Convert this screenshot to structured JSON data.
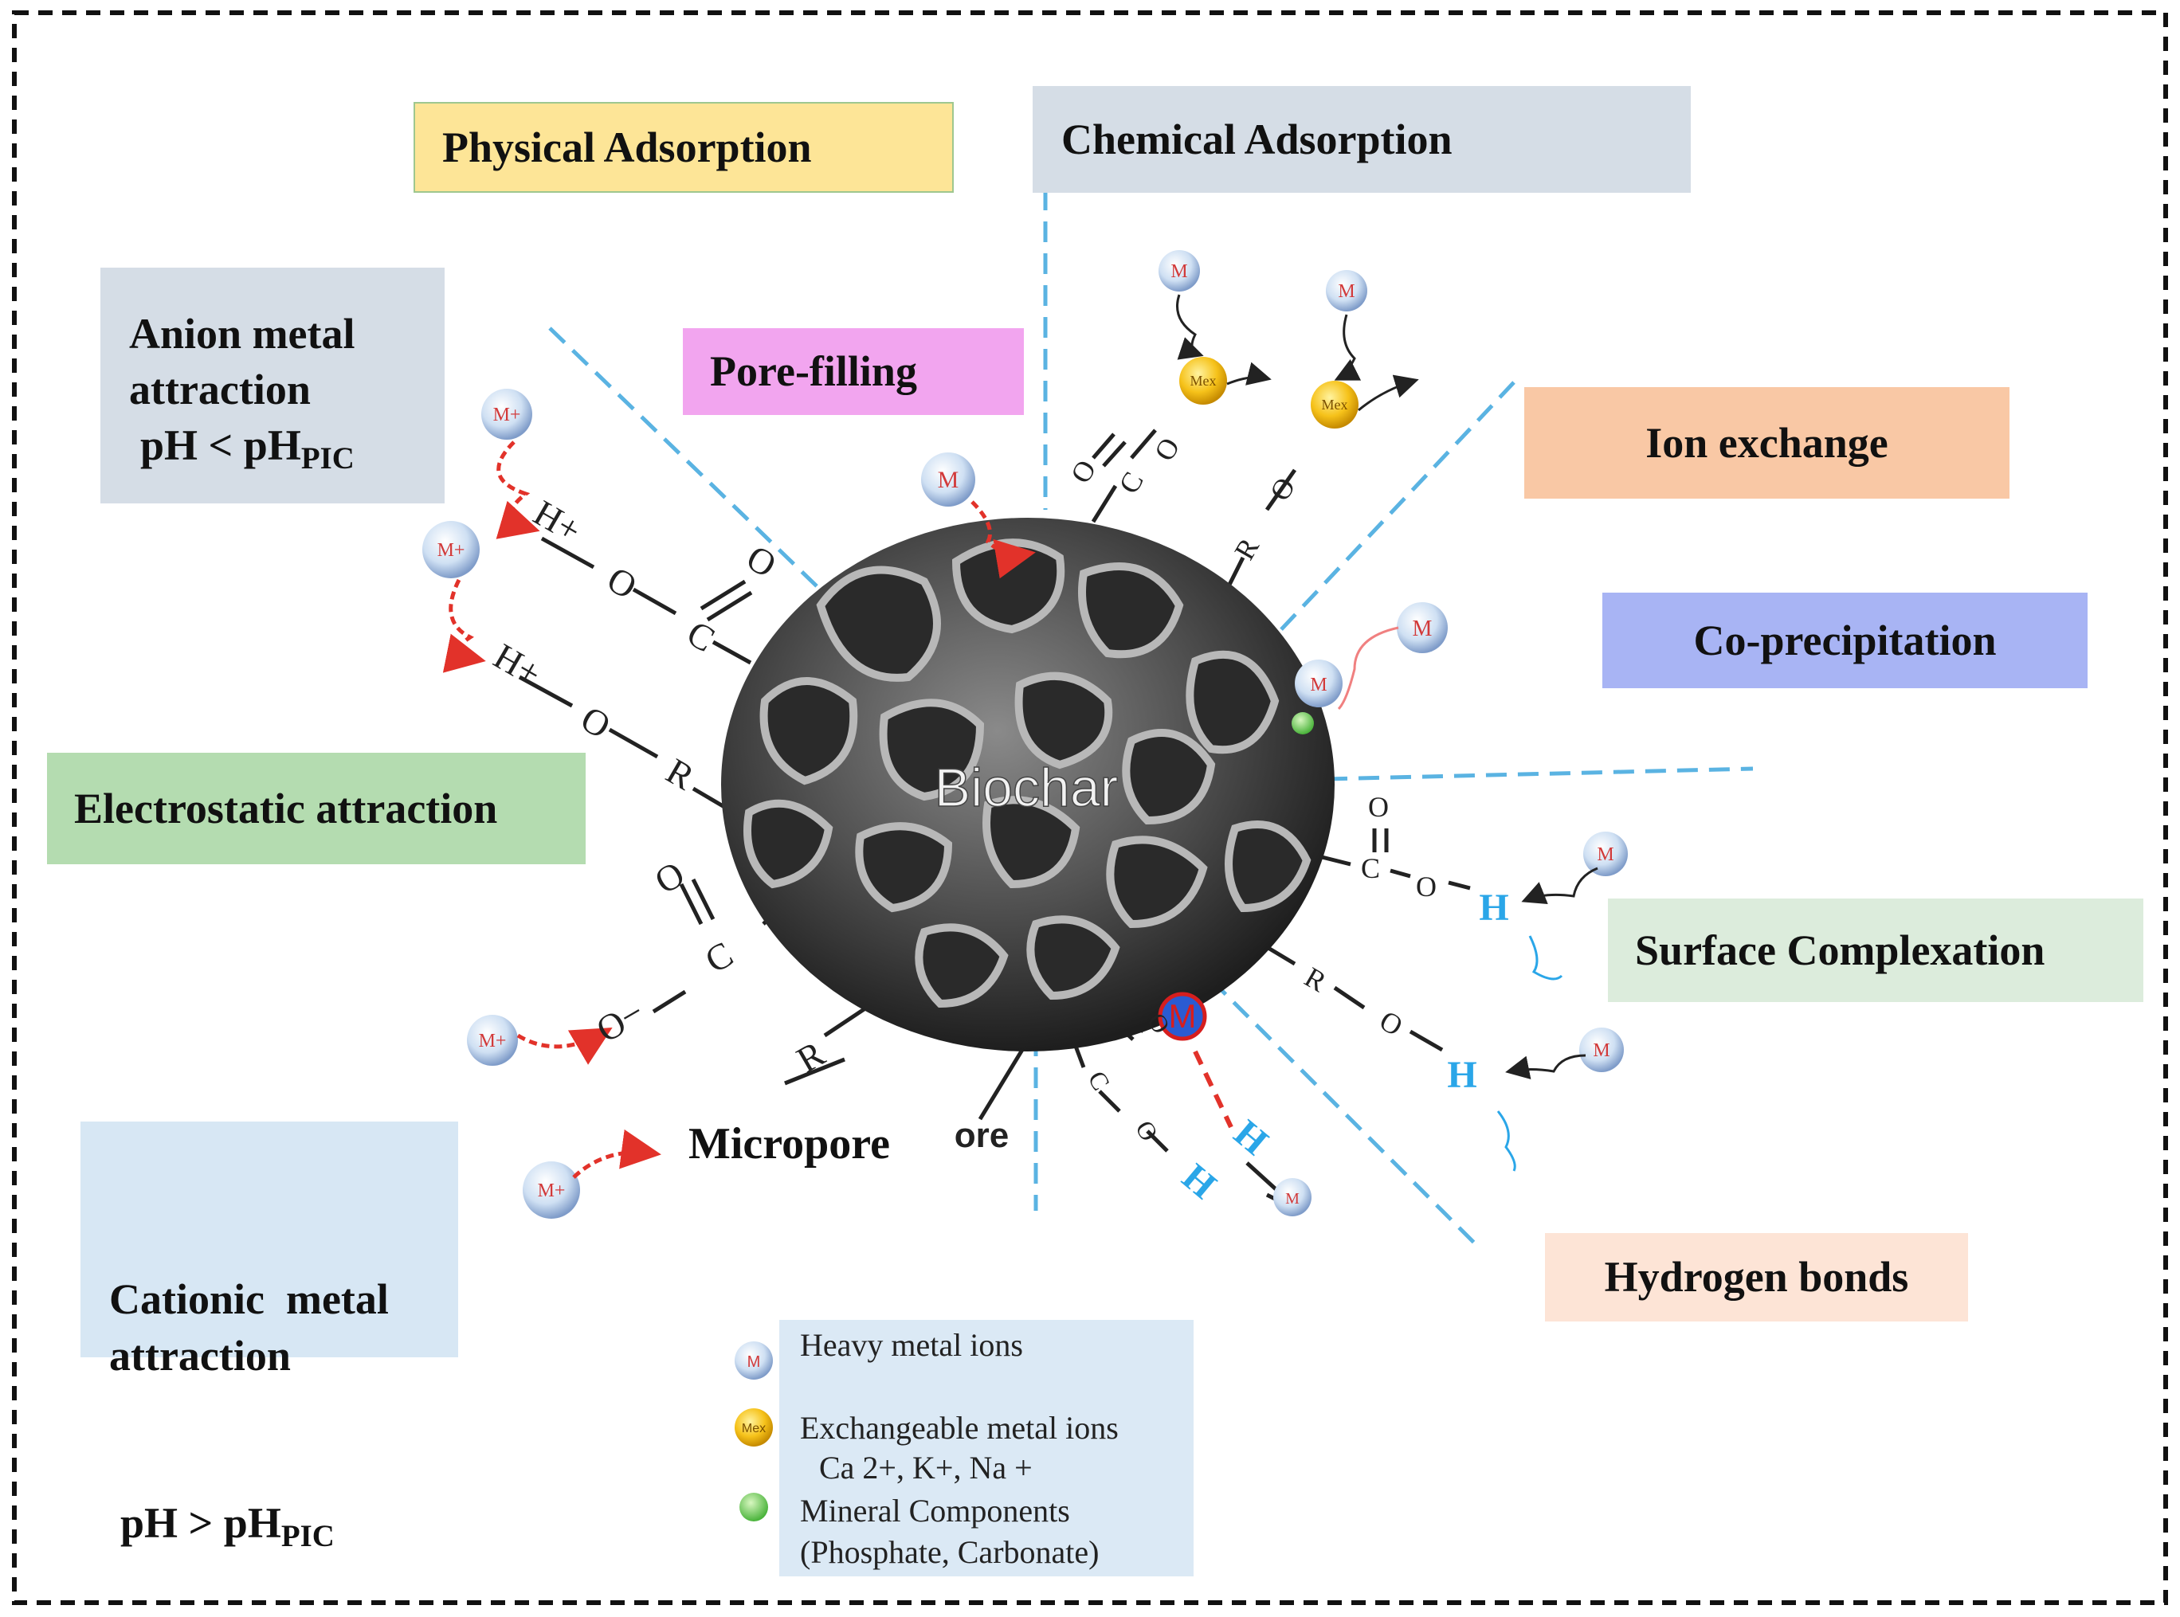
{
  "labels": {
    "physical_adsorption": "Physical Adsorption",
    "chemical_adsorption": "Chemical Adsorption",
    "anion_metal_attraction": "Anion metal attraction",
    "anion_ph_prefix": "pH < pH",
    "anion_ph_sub": "PIC",
    "pore_filling": "Pore-filling",
    "ion_exchange": "Ion exchange",
    "co_precipitation": "Co-precipitation",
    "electrostatic_attraction": "Electrostatic attraction",
    "surface_complexation": "Surface Complexation",
    "cationic_metal_attraction": "Cationic  metal attraction",
    "cationic_ph_prefix": "pH > pH",
    "cationic_ph_sub": "PIC",
    "micropore": "Micropore",
    "hydrogen_bonds": "Hydrogen bonds",
    "biochar": "Biochar",
    "residual_pore_text": "ore"
  },
  "legend": {
    "heavy_metal": "Heavy metal ions",
    "exchangeable": "Exchangeable metal ions",
    "exchangeable_ions": "Ca 2+, K+, Na +",
    "mineral": "Mineral Components",
    "mineral_detail": "(Phosphate, Carbonate)"
  },
  "symbols": {
    "metal": "M",
    "metal_cation": "M+",
    "proton": "H+",
    "hydrogen": "H",
    "oxygen": "O",
    "oxygen_anion": "O−",
    "carbon": "C",
    "r_group": "R",
    "exchange_metal": "Mex"
  },
  "colors": {
    "physical_adsorption_bg": "#fde597",
    "chemical_adsorption_bg": "#d5dde6",
    "anion_bg": "#d5dde6",
    "pore_filling_bg": "#f2a5ef",
    "ion_exchange_bg": "#f9c8a5",
    "co_precipitation_bg": "#a8b4f4",
    "electrostatic_bg": "#b4dcb0",
    "surface_complexation_bg": "#dcecdc",
    "cationic_bg": "#d7e7f4",
    "hydrogen_bonds_bg": "#fde4d6",
    "legend_bg": "#dbe9f5",
    "hydrogen_text": "#2aa6e8",
    "dashed_divider": "#5ab3e2",
    "red_arrow": "#e2322a"
  }
}
